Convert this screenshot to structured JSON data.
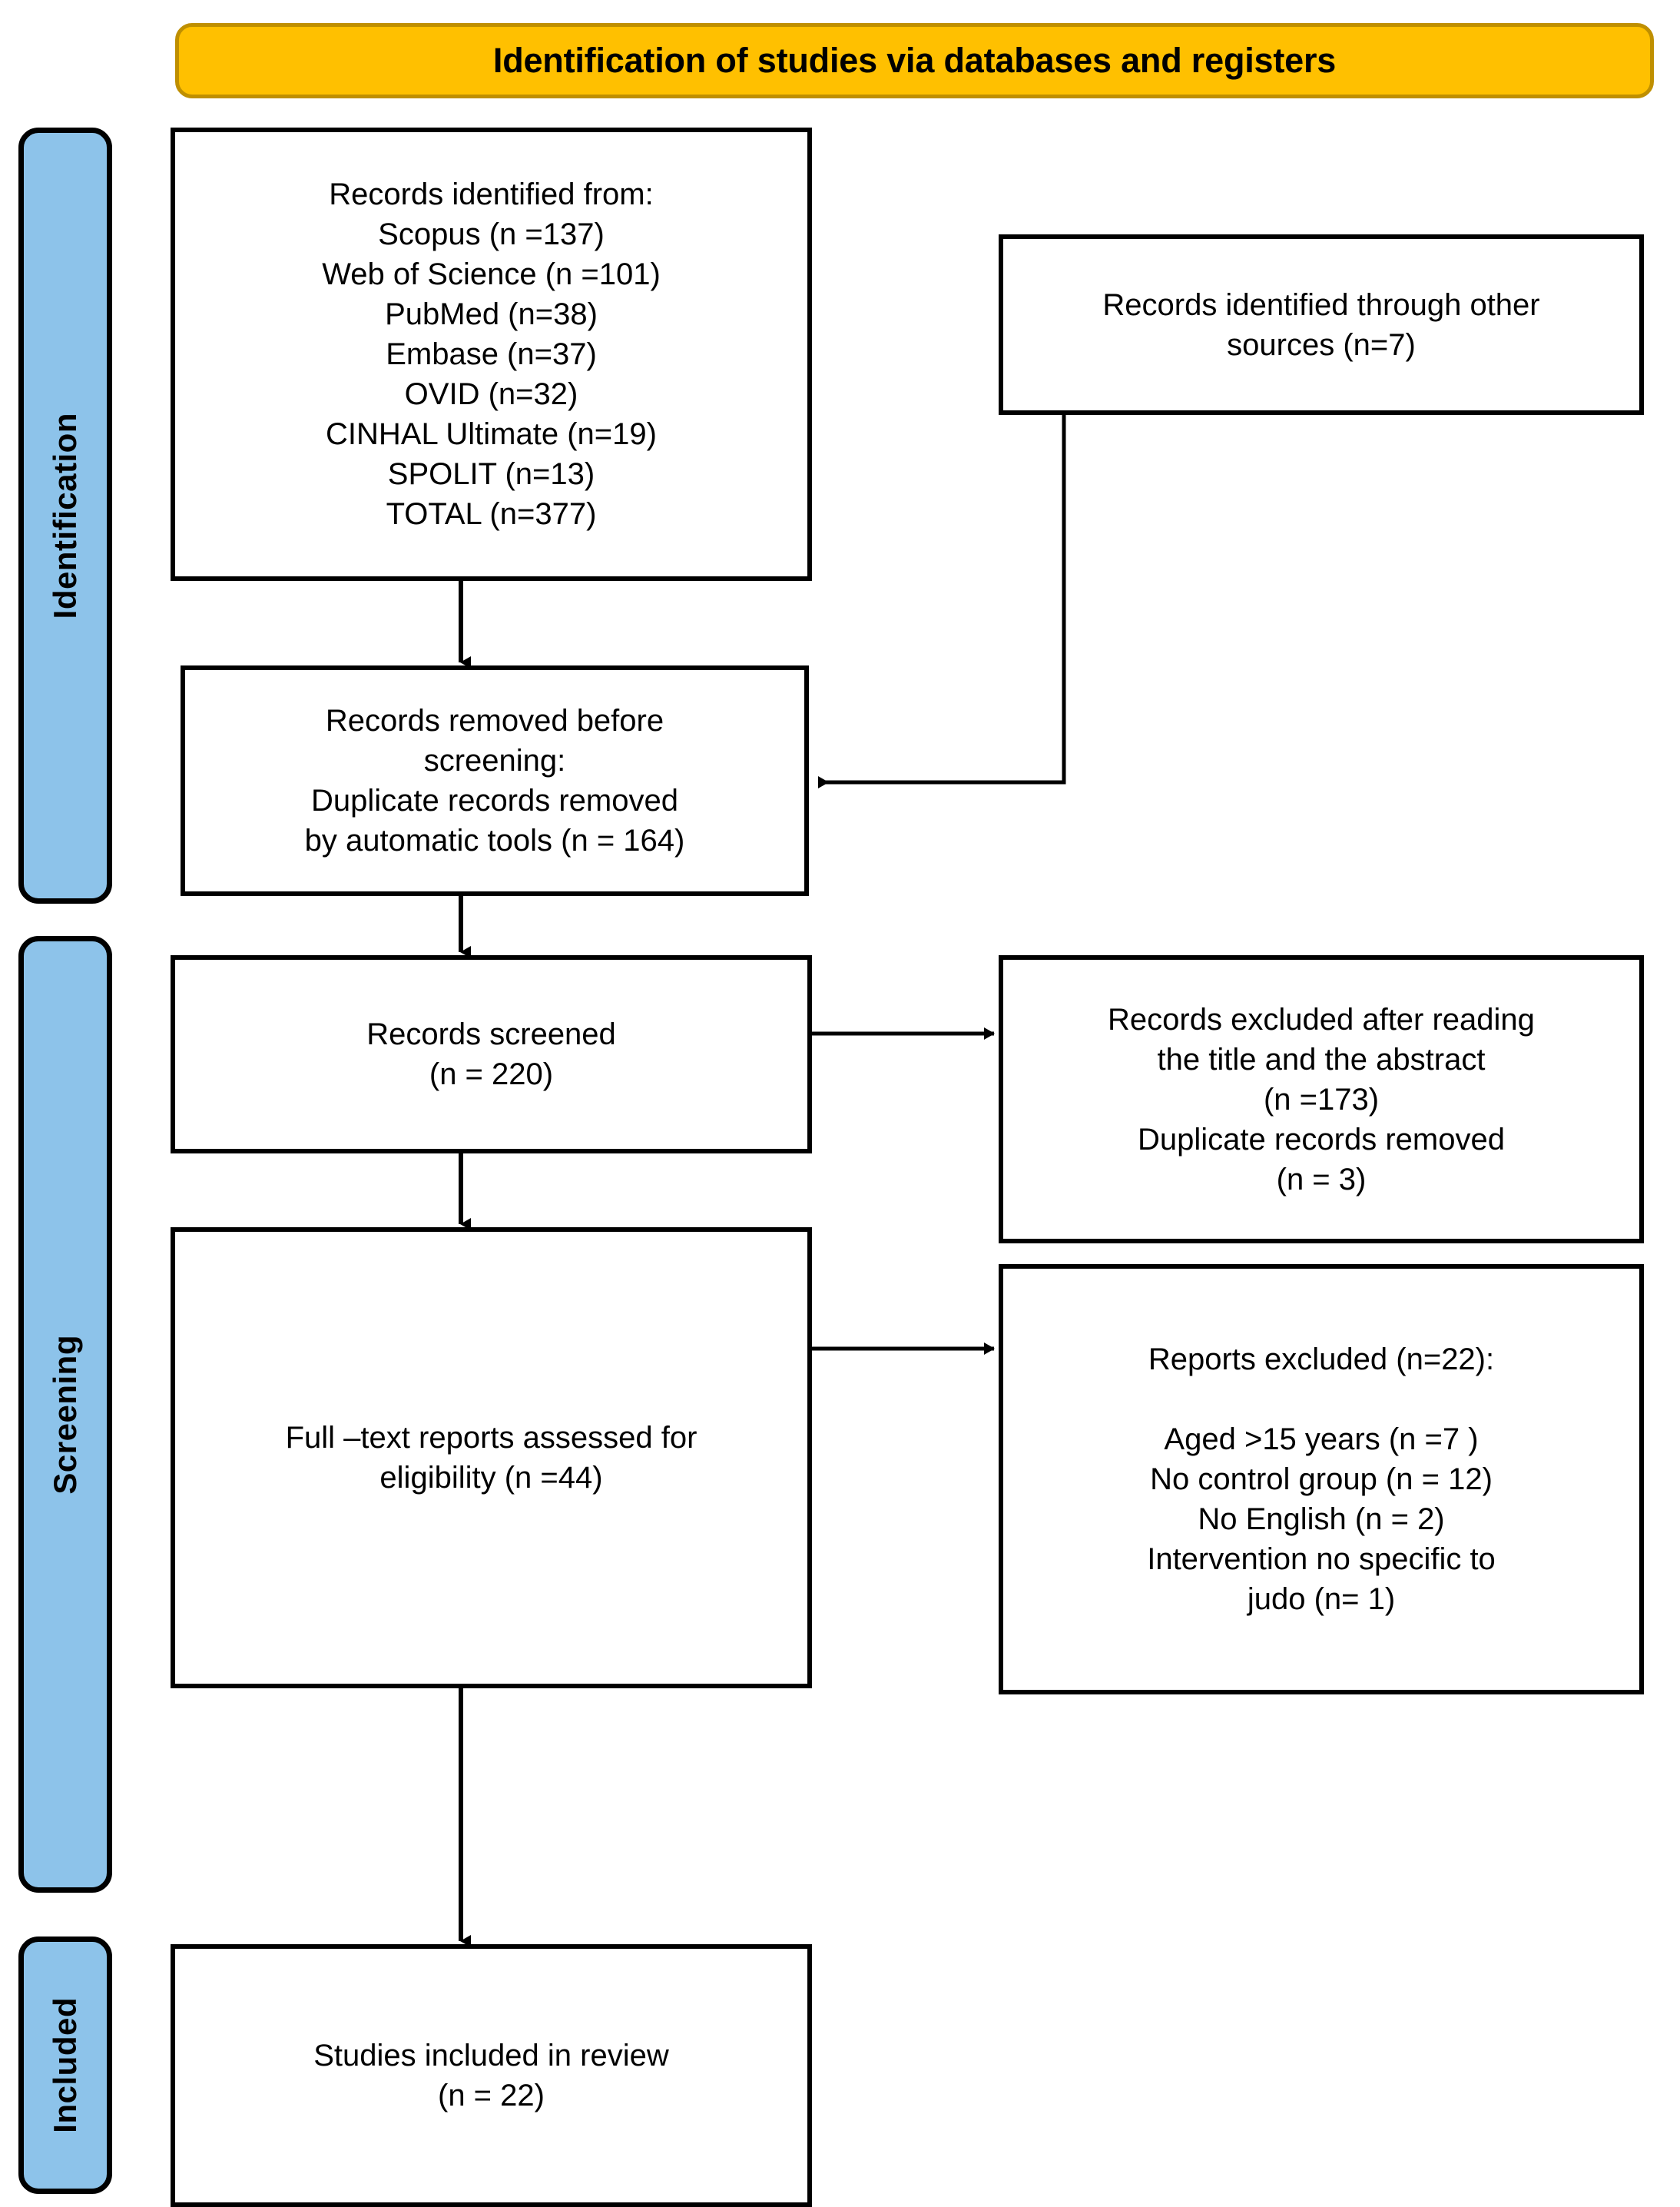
{
  "diagram": {
    "type": "prisma-flow-diagram",
    "header": {
      "title": "Identification of studies via databases and registers",
      "fill_color": "#FFC000",
      "border_color": "#BF8F00"
    },
    "stages": [
      {
        "id": "identification",
        "label": "Identification",
        "fill_color": "#8DC3EA"
      },
      {
        "id": "screening",
        "label": "Screening",
        "fill_color": "#8DC3EA"
      },
      {
        "id": "included",
        "label": "Included",
        "fill_color": "#8DC3EA"
      }
    ],
    "boxes": {
      "records_identified": {
        "text": "Records identified from:\nScopus (n =137)\nWeb of Science (n =101)\nPubMed (n=38)\nEmbase (n=37)\nOVID (n=32)\nCINHAL Ultimate (n=19)\nSPOLIT (n=13)\nTOTAL (n=377)",
        "sources": [
          {
            "name": "Scopus",
            "n": 137
          },
          {
            "name": "Web of Science",
            "n": 101
          },
          {
            "name": "PubMed",
            "n": 38
          },
          {
            "name": "Embase",
            "n": 37
          },
          {
            "name": "OVID",
            "n": 32
          },
          {
            "name": "CINHAL Ultimate",
            "n": 19
          },
          {
            "name": "SPOLIT",
            "n": 13
          },
          {
            "name": "TOTAL",
            "n": 377
          }
        ]
      },
      "other_sources": {
        "text": "Records identified through other\nsources (n=7)",
        "n": 7
      },
      "records_removed": {
        "text": "Records removed before\nscreening:\nDuplicate records removed\nby automatic tools (n = 164)",
        "n": 164
      },
      "records_screened": {
        "text": "Records screened\n(n = 220)",
        "n": 220
      },
      "records_excluded": {
        "text": "Records excluded after reading\nthe title and the abstract\n(n =173)\nDuplicate records removed\n(n = 3)",
        "excluded_title_abstract": 173,
        "duplicate_records_removed": 3
      },
      "fulltext_assessed": {
        "text": "Full –text reports assessed for\neligibility (n =44)",
        "n": 44
      },
      "reports_excluded": {
        "text": "Reports excluded (n=22):\n\nAged >15 years (n =7 )\nNo control group (n = 12)\nNo English (n = 2)\nIntervention no specific to\njudo (n= 1)",
        "total": 22,
        "reasons": [
          {
            "reason": "Aged >15 years",
            "n": 7
          },
          {
            "reason": "No control group",
            "n": 12
          },
          {
            "reason": "No English",
            "n": 2
          },
          {
            "reason": "Intervention no specific to judo",
            "n": 1
          }
        ]
      },
      "studies_included": {
        "text": "Studies included in review\n(n = 22)",
        "n": 22
      }
    }
  }
}
